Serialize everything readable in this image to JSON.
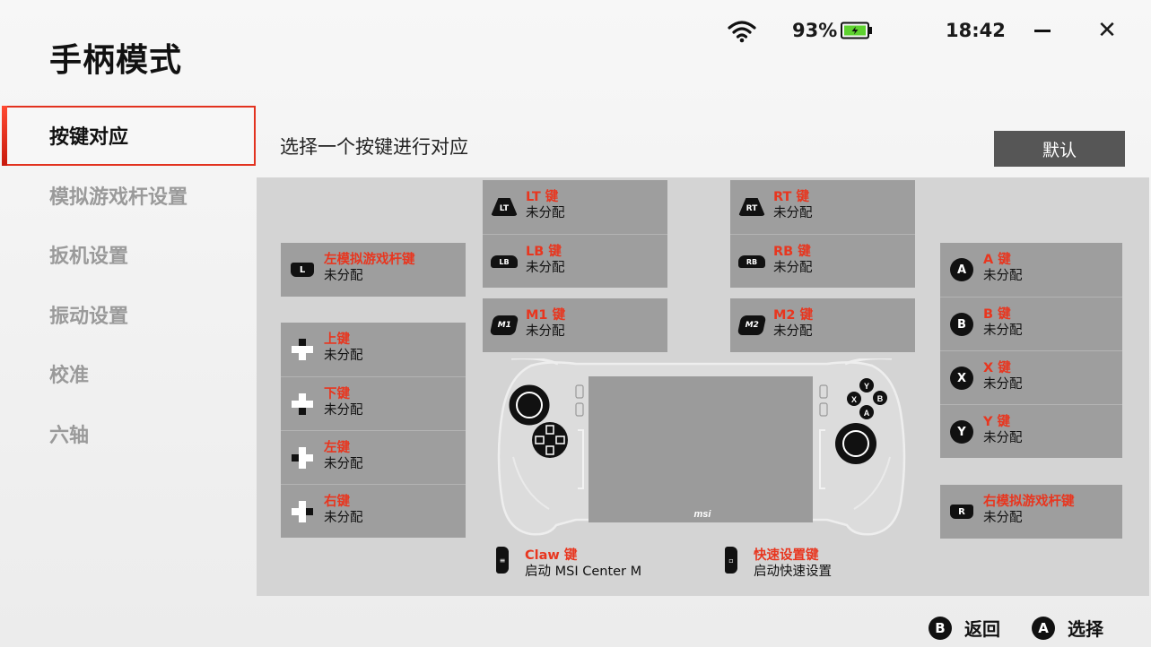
{
  "status": {
    "battery": "93%",
    "time": "18:42",
    "accent": "#e8361f"
  },
  "title": "手柄模式",
  "sidebar": {
    "items": [
      {
        "label": "按键对应"
      },
      {
        "label": "模拟游戏杆设置"
      },
      {
        "label": "扳机设置"
      },
      {
        "label": "振动设置"
      },
      {
        "label": "校准"
      },
      {
        "label": "六轴"
      }
    ]
  },
  "main": {
    "subtitle": "选择一个按键进行对应",
    "default_label": "默认",
    "lt": {
      "name": "LT 键",
      "value": "未分配",
      "icon": "LT"
    },
    "lb": {
      "name": "LB 键",
      "value": "未分配",
      "icon": "LB"
    },
    "rt": {
      "name": "RT 键",
      "value": "未分配",
      "icon": "RT"
    },
    "rb": {
      "name": "RB 键",
      "value": "未分配",
      "icon": "RB"
    },
    "m1": {
      "name": "M1 键",
      "value": "未分配",
      "icon": "M1"
    },
    "m2": {
      "name": "M2 键",
      "value": "未分配",
      "icon": "M2"
    },
    "left_stick": {
      "name": "左模拟游戏杆键",
      "value": "未分配",
      "icon": "L"
    },
    "right_stick": {
      "name": "右模拟游戏杆键",
      "value": "未分配",
      "icon": "R"
    },
    "dpad": [
      {
        "name": "上键",
        "value": "未分配"
      },
      {
        "name": "下键",
        "value": "未分配"
      },
      {
        "name": "左键",
        "value": "未分配"
      },
      {
        "name": "右键",
        "value": "未分配"
      }
    ],
    "face": [
      {
        "icon": "A",
        "name": "A 键",
        "value": "未分配"
      },
      {
        "icon": "B",
        "name": "B 键",
        "value": "未分配"
      },
      {
        "icon": "X",
        "name": "X 键",
        "value": "未分配"
      },
      {
        "icon": "Y",
        "name": "Y 键",
        "value": "未分配"
      }
    ],
    "claw": {
      "name": "Claw 键",
      "value": "启动 MSI Center M"
    },
    "quick": {
      "name": "快速设置键",
      "value": "启动快速设置"
    },
    "device_logo": "msi"
  },
  "footer": {
    "back_icon": "B",
    "back_label": "返回",
    "select_icon": "A",
    "select_label": "选择"
  }
}
